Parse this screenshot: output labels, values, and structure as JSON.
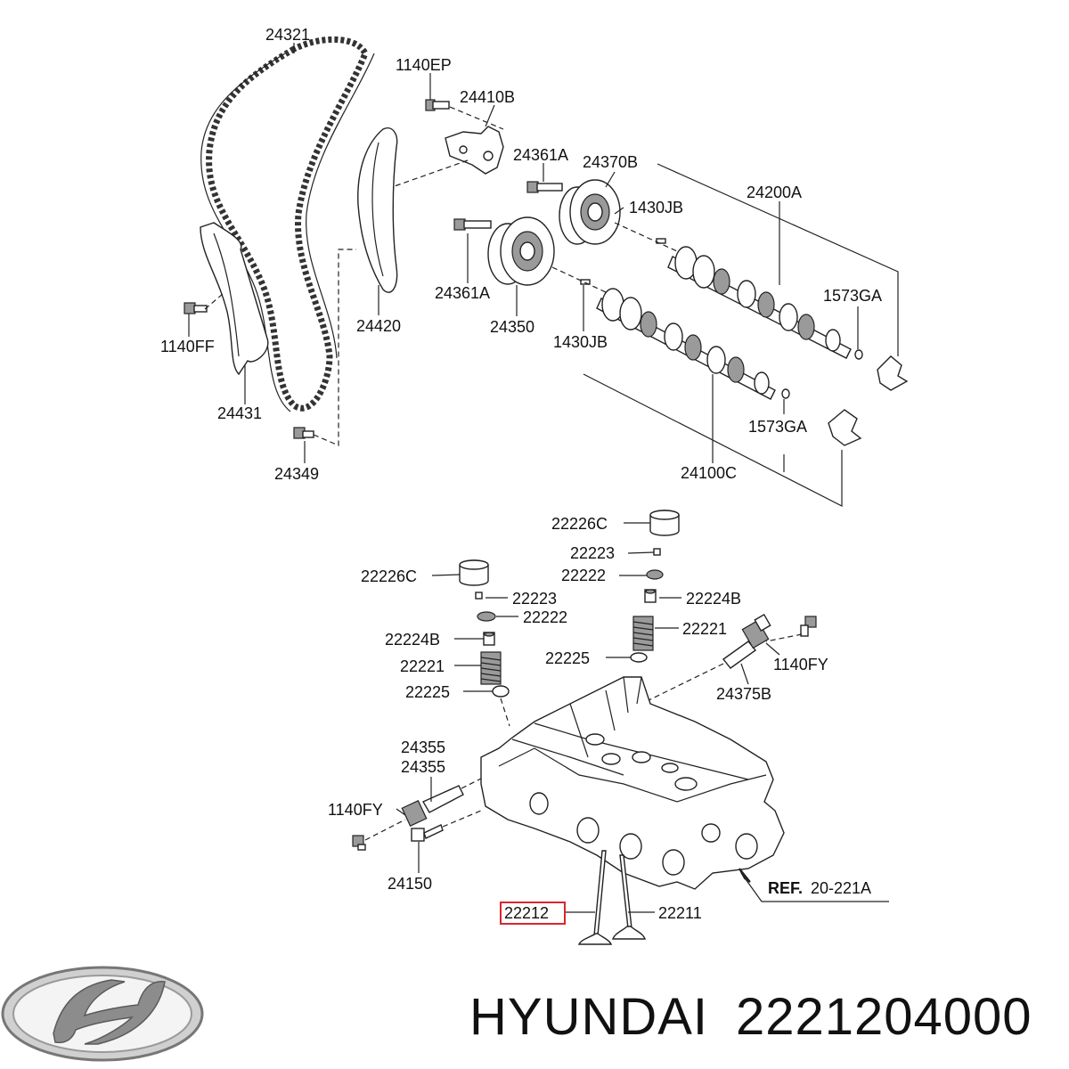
{
  "labels": {
    "l24321": "24321",
    "l1140EP": "1140EP",
    "l24410B": "24410B",
    "l24361A_top": "24361A",
    "l24370B": "24370B",
    "l1430JB_top": "1430JB",
    "l24200A": "24200A",
    "l1573GA_top": "1573GA",
    "l1140FF": "1140FF",
    "l24420": "24420",
    "l24361A_bot": "24361A",
    "l24350": "24350",
    "l1430JB_bot": "1430JB",
    "l24431": "24431",
    "l1573GA_bot": "1573GA",
    "l24349": "24349",
    "l24100C": "24100C",
    "l22226C_right": "22226C",
    "l22223_right": "22223",
    "l22226C_left": "22226C",
    "l22222_right": "22222",
    "l22223_left": "22223",
    "l22224B_right": "22224B",
    "l22222_left": "22222",
    "l22221_right": "22221",
    "l22224B_left": "22224B",
    "l1140FY_right": "1140FY",
    "l22225_right": "22225",
    "l22221_left": "22221",
    "l24375B": "24375B",
    "l22225_left": "22225",
    "l24355_a": "24355",
    "l24355_b": "24355",
    "l1140FY_left": "1140FY",
    "l24150": "24150",
    "ref_bold": "REF.",
    "ref_num": "20-221A",
    "l22212": "22212",
    "l22211": "22211"
  },
  "brand": {
    "name": "HYUNDAI",
    "part_number": "2221204000"
  },
  "colors": {
    "highlight_box": "#d9262b",
    "line": "#222222"
  }
}
